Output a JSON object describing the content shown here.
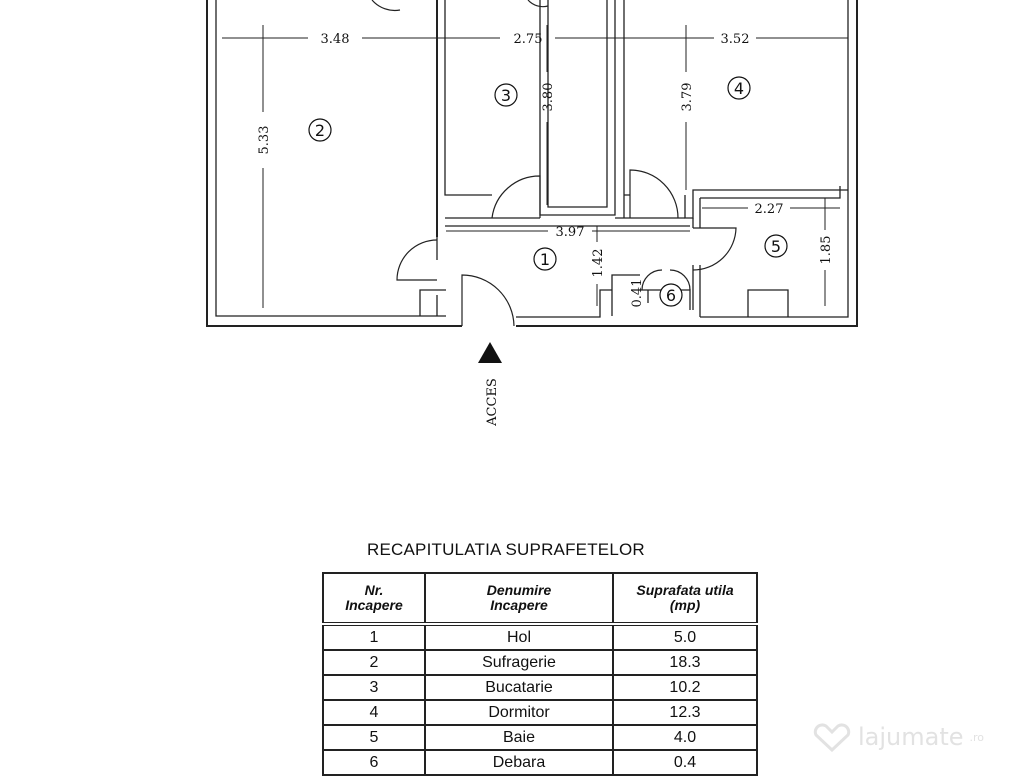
{
  "plan": {
    "dimensions": {
      "room2_width": "3.48",
      "room3_width": "2.75",
      "room4_width": "3.52",
      "room2_height": "5.33",
      "room3_height": "3.80",
      "room4_height": "3.79",
      "hall_width": "3.97",
      "hall_height": "1.42",
      "bath_width": "2.27",
      "bath_height": "1.85",
      "storage_width": "0.41"
    },
    "rooms": [
      "1",
      "2",
      "3",
      "4",
      "5",
      "6"
    ],
    "entrance_label": "ACCES"
  },
  "table": {
    "title": "RECAPITULATIA SUPRAFETELOR",
    "headers": {
      "nr_line1": "Nr.",
      "nr_line2": "Incapere",
      "name_line1": "Denumire",
      "name_line2": "Incapere",
      "area_line1": "Suprafata utila",
      "area_line2": "(mp)"
    },
    "rows": [
      {
        "nr": "1",
        "name": "Hol",
        "area": "5.0"
      },
      {
        "nr": "2",
        "name": "Sufragerie",
        "area": "18.3"
      },
      {
        "nr": "3",
        "name": "Bucatarie",
        "area": "10.2"
      },
      {
        "nr": "4",
        "name": "Dormitor",
        "area": "12.3"
      },
      {
        "nr": "5",
        "name": "Baie",
        "area": "4.0"
      },
      {
        "nr": "6",
        "name": "Debara",
        "area": "0.4"
      }
    ]
  },
  "watermark": {
    "text": "lajumate",
    "tld": ".ro"
  }
}
